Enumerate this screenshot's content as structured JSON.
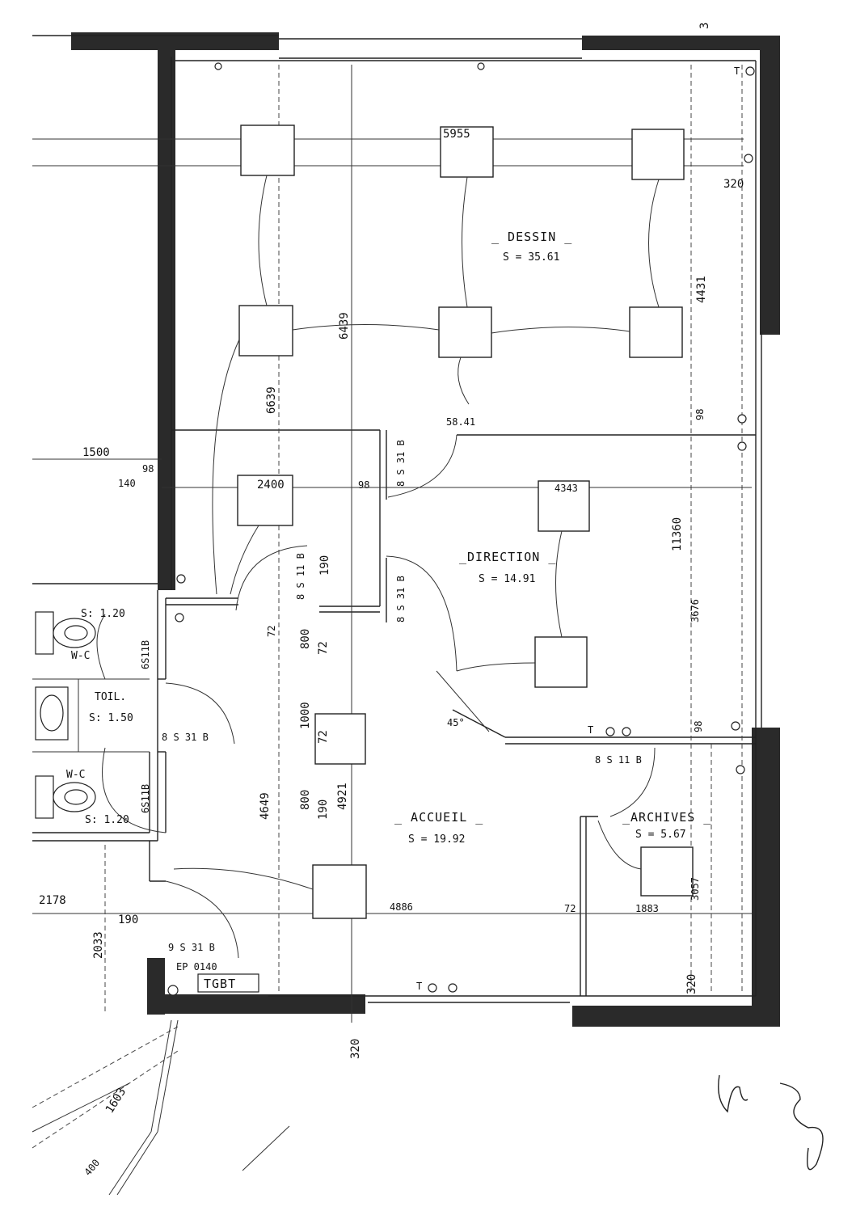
{
  "rooms": {
    "dessin": {
      "name": "_ DESSIN _",
      "area": "S = 35.61"
    },
    "direction": {
      "name": "_DIRECTION _",
      "area": "S = 14.91"
    },
    "accueil": {
      "name": "_ ACCUEIL _",
      "area": "S = 19.92"
    },
    "archives": {
      "name": "_ARCHIVES _",
      "area": "S = 5.67"
    },
    "toilettes": {
      "name": "TOIL.",
      "area": "S: 1.50"
    },
    "wc_top": {
      "name": "W-C",
      "area": "S: 1.20"
    },
    "wc_bottom": {
      "name": "W-C",
      "area": "S: 1.20"
    }
  },
  "panel": {
    "label": "TGBT",
    "ep": "EP 0140"
  },
  "column_labels": {
    "c1": "5955",
    "c2": "2400",
    "c3": "4343"
  },
  "dimensions": {
    "d_3": "3",
    "d_320_top": "320",
    "d_4431": "4431",
    "d_98_right": "98",
    "d_6439": "6439",
    "d_6639": "6639",
    "d_5841": "58.41",
    "d_1500": "1500",
    "d_98_left": "98",
    "d_140": "140",
    "d_98_mid": "98",
    "d_11360": "11360",
    "d_3676": "3676",
    "d_190_a": "190",
    "d_72_a": "72",
    "d_800_a": "800",
    "d_72_b": "72",
    "d_1000": "1000",
    "d_72_c": "72",
    "d_800_b": "800",
    "d_190_b": "190",
    "d_4921": "4921",
    "d_4649": "4649",
    "d_45": "45°",
    "d_98_low": "98",
    "d_3057": "3057",
    "d_2178": "2178",
    "d_190_c": "190",
    "d_2033": "2033",
    "d_4886": "4886",
    "d_72_d": "72",
    "d_1883": "1883",
    "d_320_right": "320",
    "d_320_bottom": "320",
    "d_1603": "1603",
    "d_400": "400"
  },
  "doors": {
    "door1": "8 S 31 B",
    "door2": "8 S 11 B",
    "door3": "8 S 31 B",
    "door4": "8 S 11 B",
    "door5": "6S11B",
    "door6": "8 S 31 B",
    "door7": "6S11B",
    "door8": "9 S 31 B"
  },
  "marks": {
    "t1": "T",
    "t2": "T",
    "t3": "T"
  }
}
